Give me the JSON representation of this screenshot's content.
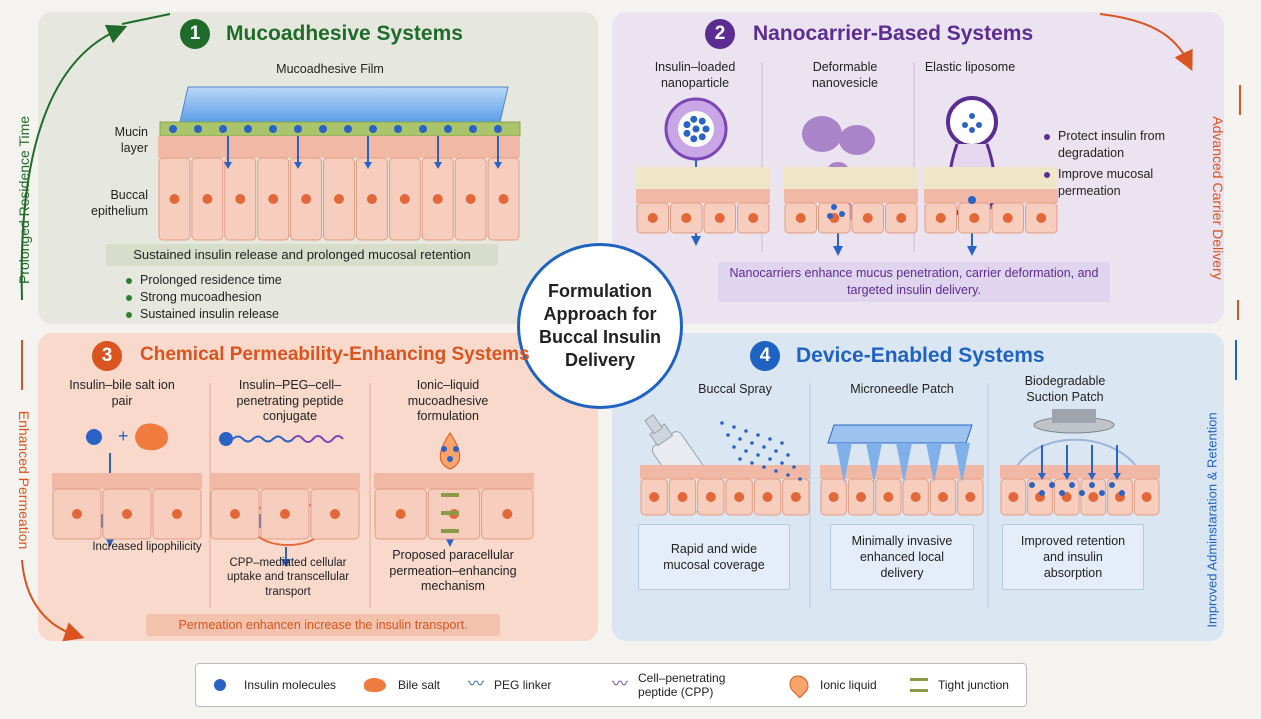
{
  "center_title": "Formulation Approach for Buccal Insulin Delivery",
  "side_labels": {
    "top_left": "Prolonged Residence Time",
    "top_right": "Advanced Carrier Delivery",
    "bottom_left": "Enhanced Permeation",
    "bottom_right": "Improved Adminstaration & Retention"
  },
  "colors": {
    "green": "#1f6b2a",
    "purple": "#5b2c91",
    "orange": "#d9541e",
    "blue": "#1f63c2"
  },
  "q1": {
    "number": "1",
    "title": "Mucoadhesive Systems",
    "film_label": "Mucoadhesive Film",
    "mucin_label": "Mucin layer",
    "epithelium_label": "Buccal epithelium",
    "banner": "Sustained insulin release and prolonged mucosal retention",
    "bullets": [
      "Prolonged residence time",
      "Strong mucoadhesion",
      "Sustained insulin release"
    ]
  },
  "q2": {
    "number": "2",
    "title": "Nanocarrier-Based Systems",
    "items": [
      "Insulin–loaded nanoparticle",
      "Deformable nanovesicle",
      "Elastic liposome"
    ],
    "bullets": [
      "Protect insulin from degradation",
      "Improve mucosal permeation"
    ],
    "banner": "Nanocarriers enhance mucus penetration, carrier deformation, and targeted insulin delivery."
  },
  "q3": {
    "number": "3",
    "title": "Chemical Permeability-Enhancing Systems",
    "items": [
      "Insulin–bile salt ion pair",
      "Insulin–PEG–cell– penetrating peptide conjugate",
      "Ionic–liquid mucoadhesive formulation"
    ],
    "captions": [
      "Increased lipophilicity",
      "CPP–mediated cellular uptake and transcellular transport",
      "Proposed paracellular permeation–enhancing mechanism"
    ],
    "banner": "Permeation enhancen increase the insulin transport."
  },
  "q4": {
    "number": "4",
    "title": "Device-Enabled Systems",
    "items": [
      "Buccal Spray",
      "Microneedle Patch",
      "Biodegradable Suction Patch"
    ],
    "captions": [
      "Rapid and wide mucosal coverage",
      "Minimally invasive enhanced local delivery",
      "Improved retention and insulin absorption"
    ]
  },
  "legend": [
    "Insulin molecules",
    "Bile salt",
    "PEG linker",
    "Cell–penetrating peptide (CPP)",
    "Ionic liquid",
    "Tight junction"
  ]
}
